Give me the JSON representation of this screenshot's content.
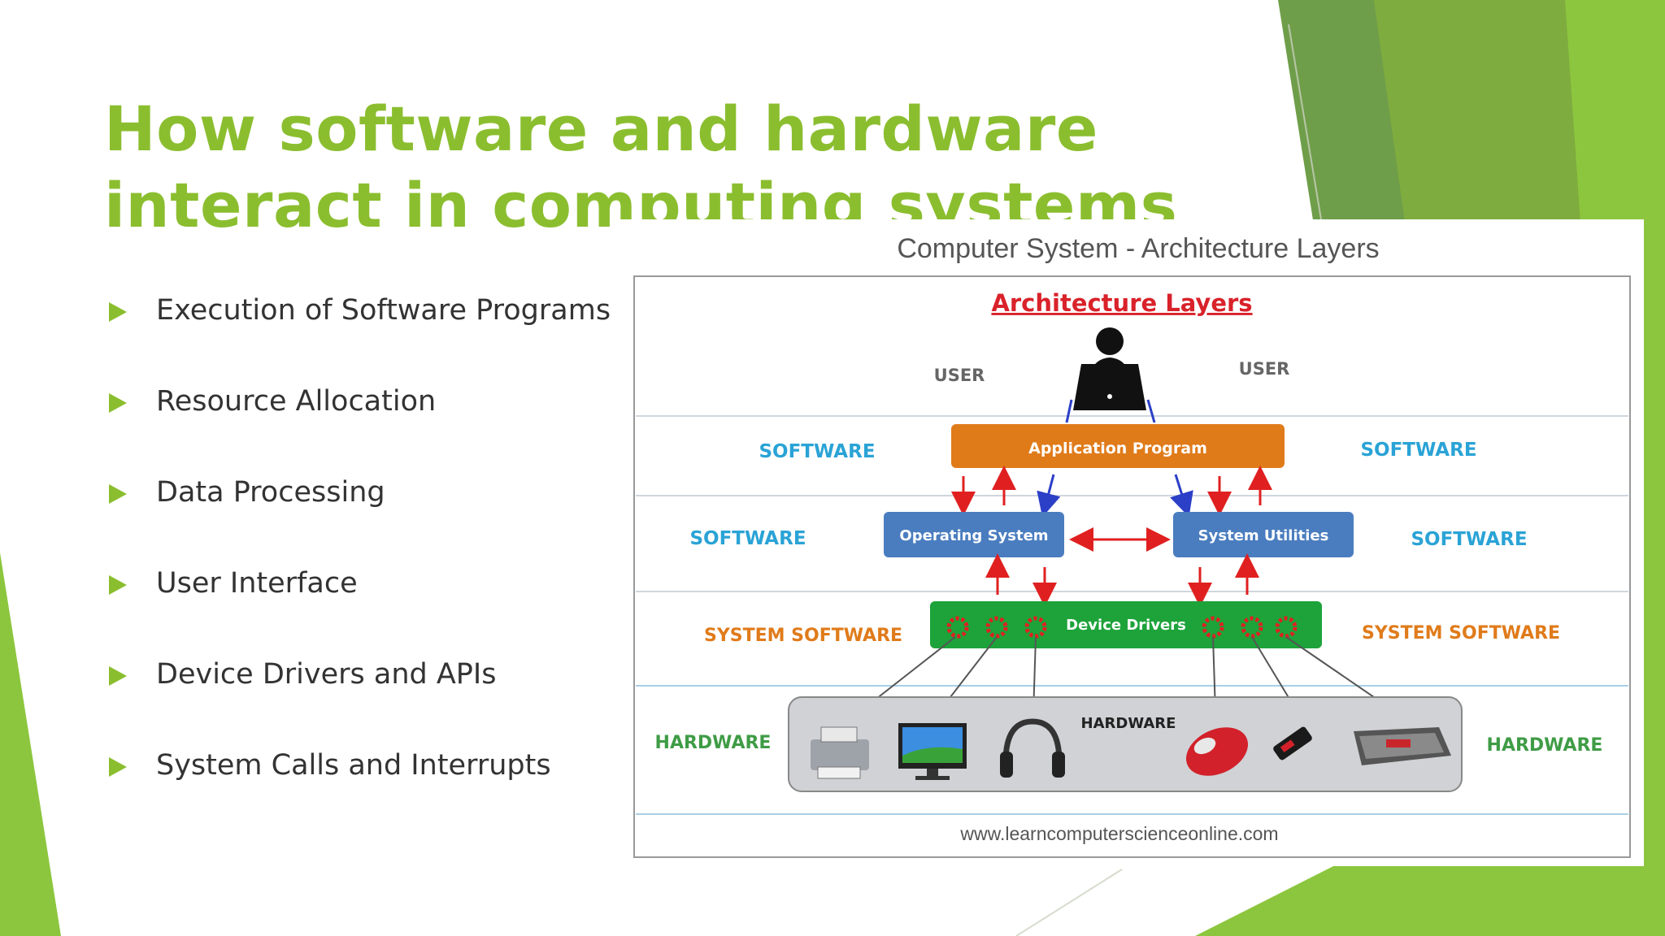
{
  "slide": {
    "title": "How software and hardware interact in computing systems",
    "bullets": [
      "Execution of Software Programs",
      "Resource Allocation",
      "Data Processing",
      "User Interface",
      "Device Drivers and APIs",
      "System Calls and Interrupts"
    ]
  },
  "diagram": {
    "caption": "Computer System - Architecture Layers",
    "heading": "Architecture  Layers",
    "user_left": "USER",
    "user_right": "USER",
    "app_program": "Application Program",
    "operating_system": "Operating System",
    "system_utilities": "System  Utilities",
    "device_drivers": "Device  Drivers",
    "hardware_inner": "HARDWARE",
    "software_l1": "SOFTWARE",
    "software_r1": "SOFTWARE",
    "software_l2": "SOFTWARE",
    "software_r2": "SOFTWARE",
    "sys_sw_left": "SYSTEM  SOFTWARE",
    "sys_sw_right": "SYSTEM  SOFTWARE",
    "hardware_left": "HARDWARE",
    "hardware_right": "HARDWARE",
    "website": "www.learncomputerscienceonline.com",
    "colors": {
      "accent": "#8bbe2f",
      "orange": "#e07b1a",
      "blue": "#4a7dbf",
      "green": "#1da33a",
      "red": "#e02020"
    }
  }
}
